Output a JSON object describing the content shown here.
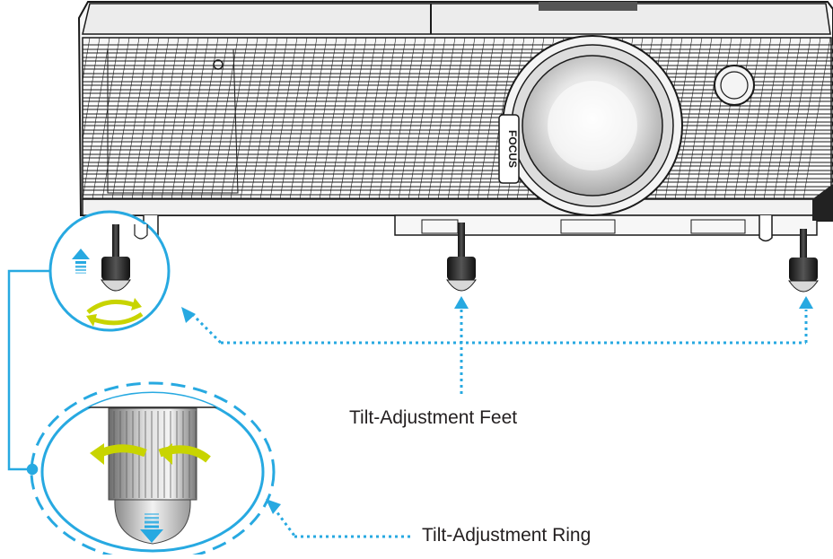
{
  "diagram": {
    "labels": {
      "feet": "Tilt-Adjustment Feet",
      "ring": "Tilt-Adjustment Ring",
      "focus": "FOCUS"
    },
    "colors": {
      "callout": "#27a9e1",
      "rotate_arrow": "#c8d400",
      "body_outline": "#1a1a1a",
      "foot": "#2a2a2a"
    },
    "icons": [
      "up-arrow-icon",
      "rotate-icon",
      "down-arrow-icon",
      "rotate-left-icon",
      "rotate-right-icon"
    ]
  }
}
